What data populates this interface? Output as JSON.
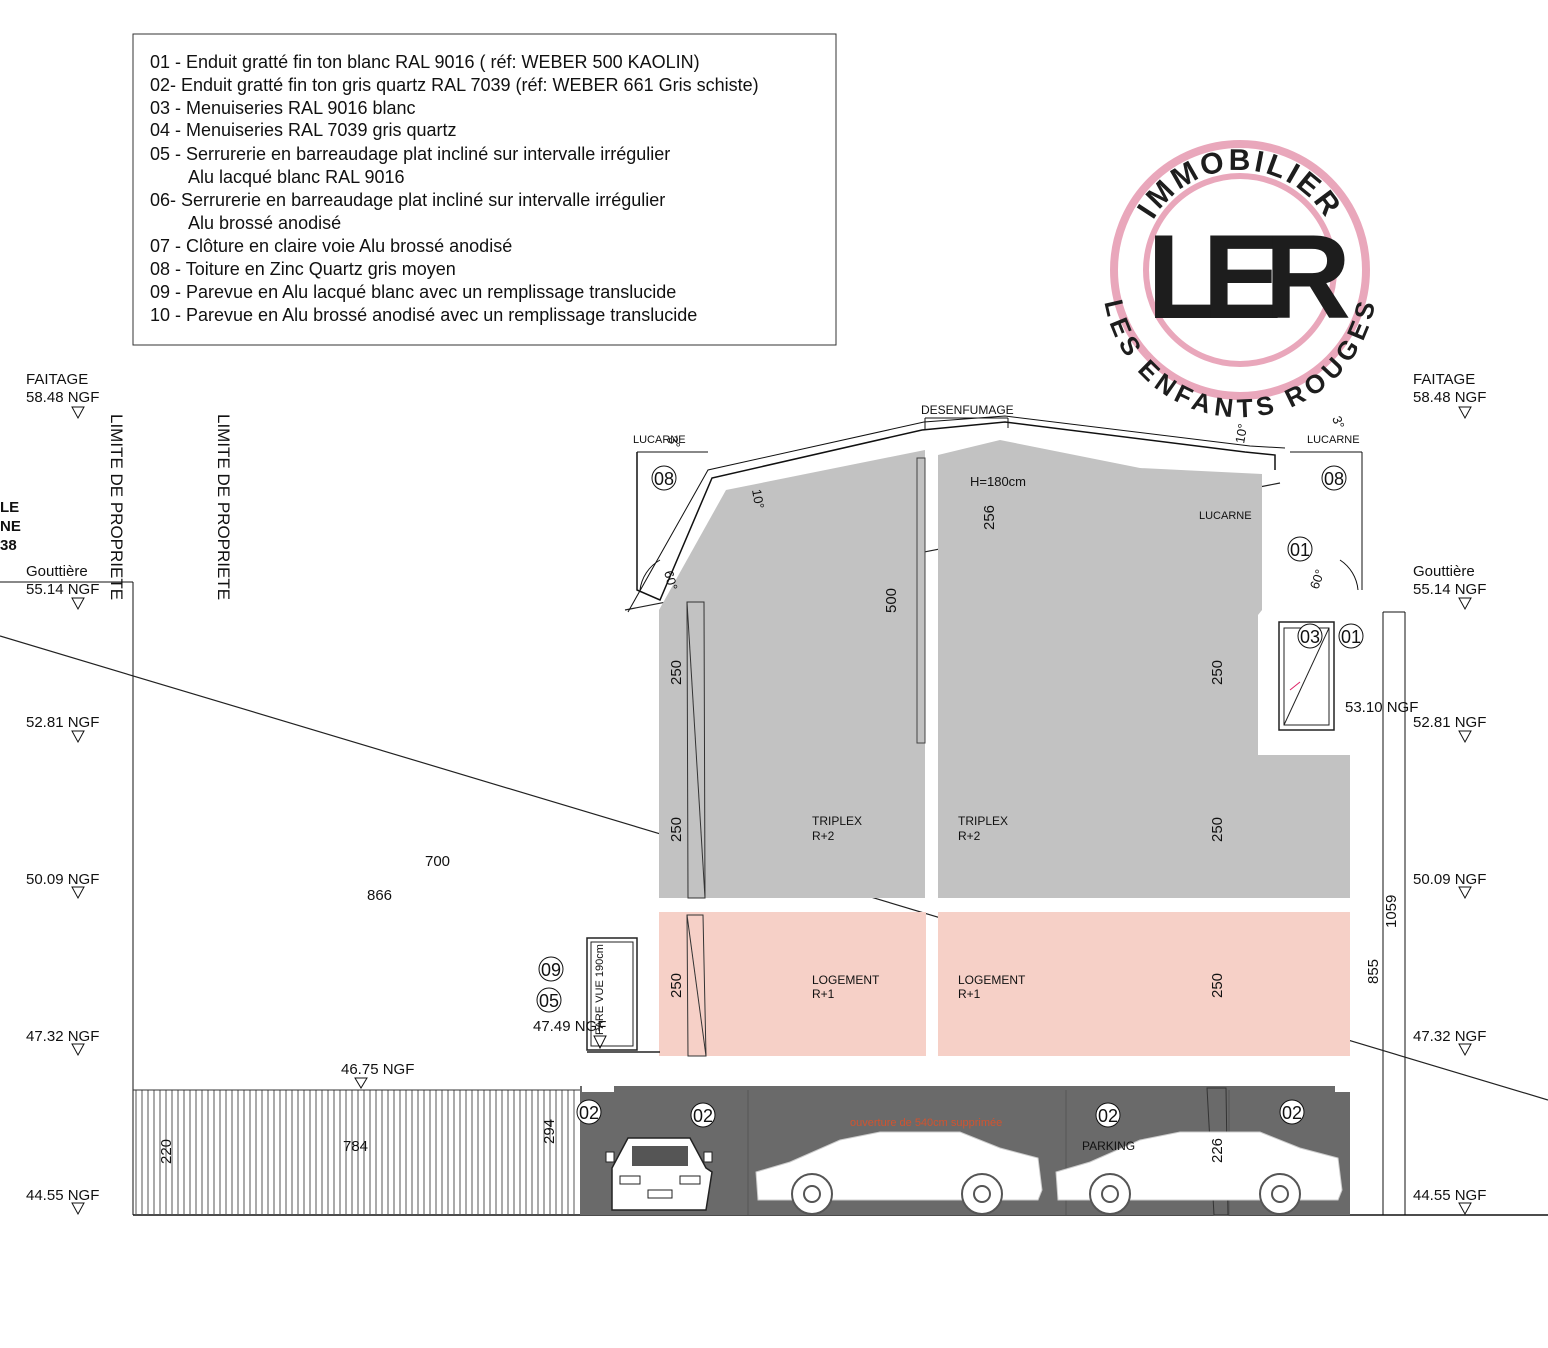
{
  "legend": [
    "01 - Enduit gratté fin ton blanc RAL 9016   ( réf:  WEBER  500 KAOLIN)",
    "02-  Enduit gratté fin ton gris quartz RAL 7039   (réf:  WEBER  661 Gris schiste)",
    "03 - Menuiseries RAL 9016 blanc",
    "04 - Menuiseries RAL 7039 gris quartz",
    "05 - Serrurerie en barreaudage plat incliné sur intervalle irrégulier",
    "Alu lacqué blanc RAL 9016",
    "06- Serrurerie en barreaudage plat incliné sur intervalle irrégulier",
    "Alu brossé anodisé",
    "07 - Clôture en claire voie Alu brossé anodisé",
    "08 - Toiture en Zinc Quartz gris moyen",
    "09 - Parevue en Alu lacqué blanc avec un remplissage translucide",
    "10 - Parevue en Alu brossé anodisé avec un remplissage translucide"
  ],
  "stamp": {
    "top_text": "IMMOBILIER",
    "bottom_text": "LES ENFANTS ROUGES",
    "monogram": "LER",
    "color": "#e8a3b8"
  },
  "levels_left": {
    "faitage_label": "FAITAGE",
    "faitage": "58.48 NGF",
    "gouttiere_label": "Gouttière",
    "gouttiere": "55.14 NGF",
    "l1": "52.81 NGF",
    "l2": "50.09 NGF",
    "l3": "47.32 NGF",
    "l4": "44.55 NGF"
  },
  "levels_right": {
    "faitage_label": "FAITAGE",
    "faitage": "58.48 NGF",
    "gouttiere_label": "Gouttière",
    "gouttiere": "55.14 NGF",
    "l1": "52.81 NGF",
    "l2": "50.09 NGF",
    "l3": "47.32 NGF",
    "l4": "44.55 NGF"
  },
  "edge_text": [
    "LE",
    "NE",
    "38"
  ],
  "property_limit": "LIMITE DE PROPRIETE",
  "annotations": {
    "desenfumage": "DESENFUMAGE",
    "lucarne": "LUCARNE",
    "h180": "H=180cm",
    "triplex": "TRIPLEX",
    "r2": "R+2",
    "logement": "LOGEMENT",
    "r1": "R+1",
    "parking": "PARKING",
    "ouverture": "ouverture de 540cm supprimée",
    "pare_vue": "PARE VUE 190cm",
    "ngf_5310": "53.10 NGF",
    "ngf_4749": "47.49 NGF",
    "ngf_4675": "46.75 NGF"
  },
  "dims": {
    "d700": "700",
    "d866": "866",
    "d500": "500",
    "d256": "256",
    "d250": "250",
    "d220": "220",
    "d784": "784",
    "d294": "294",
    "d226": "226",
    "d855": "855",
    "d1059": "1059"
  },
  "angles": {
    "a3": "3°",
    "a10": "10°",
    "a60": "60°"
  },
  "tags": {
    "t01": "01",
    "t02": "02",
    "t03": "03",
    "t05": "05",
    "t08": "08",
    "t09": "09"
  },
  "colors": {
    "triplex_fill": "#c2c2c2",
    "logement_fill": "#f6d0c7",
    "parking_fill": "#6a6a6a",
    "ouverture_text": "#d2532f"
  }
}
